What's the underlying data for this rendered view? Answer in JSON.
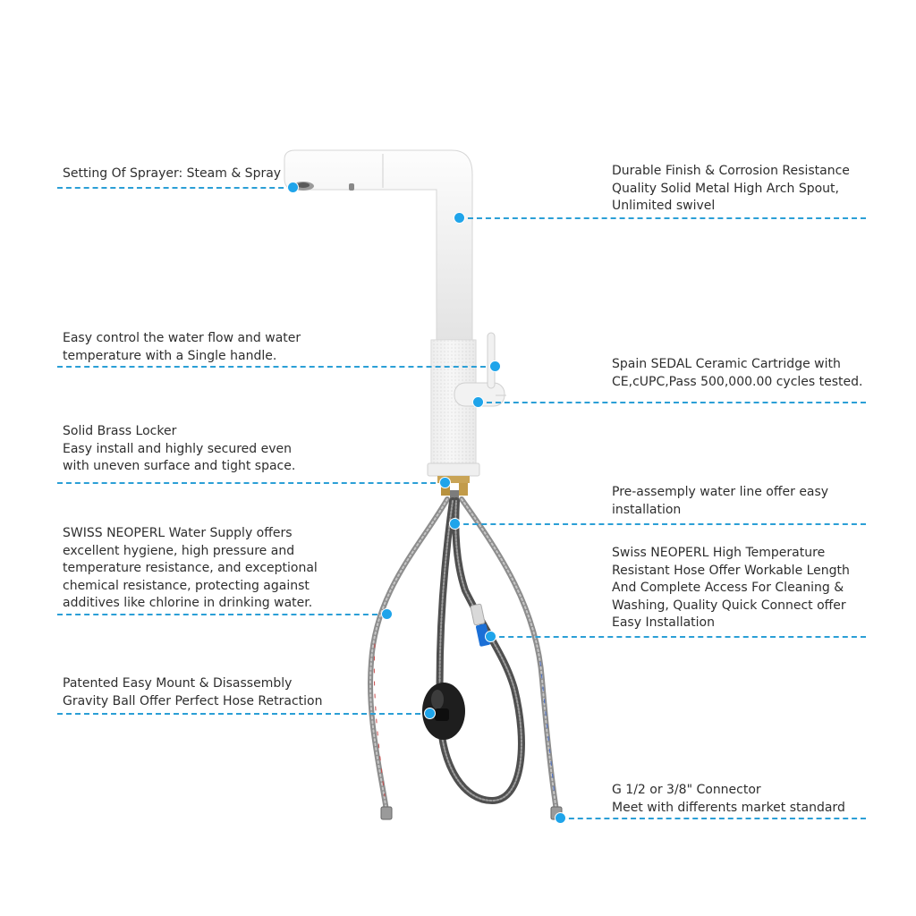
{
  "annotations": {
    "sprayer": [
      "Setting Of Sprayer: Steam & Spray"
    ],
    "single_handle": [
      "Easy control the water flow and water",
      "temperature with a Single handle."
    ],
    "brass_locker": [
      "Solid Brass Locker",
      "Easy install and highly secured even",
      "with uneven surface and tight space."
    ],
    "water_supply": [
      "SWISS NEOPERL Water Supply offers",
      "excellent hygiene, high pressure and",
      "temperature resistance, and exceptional",
      "chemical resistance, protecting against",
      "additives like chlorine in drinking water."
    ],
    "gravity_ball": [
      "Patented Easy Mount & Disassembly",
      "Gravity Ball Offer Perfect Hose Retraction"
    ],
    "finish": [
      "Durable Finish & Corrosion Resistance",
      "Quality Solid Metal High Arch Spout,",
      "Unlimited swivel"
    ],
    "cartridge": [
      "Spain SEDAL Ceramic Cartridge with",
      "CE,cUPC,Pass 500,000.00 cycles tested."
    ],
    "water_line": [
      "Pre-assemply water line offer easy",
      "installation"
    ],
    "hose": [
      "Swiss NEOPERL High Temperature",
      "Resistant Hose Offer Workable Length",
      "And Complete Access For Cleaning &",
      "Washing, Quality Quick Connect offer",
      "Easy Installation"
    ],
    "connector": [
      "G 1/2 or 3/8\" Connector",
      "Meet with differents market standard"
    ]
  },
  "colors": {
    "leader": "#2b9fd6",
    "dot": "#1fa4ea",
    "faucet": "#f4f4f4",
    "hose": "#8a8a8a",
    "ball": "#1e1e1e",
    "quick_connect": "#1b6fd6"
  }
}
